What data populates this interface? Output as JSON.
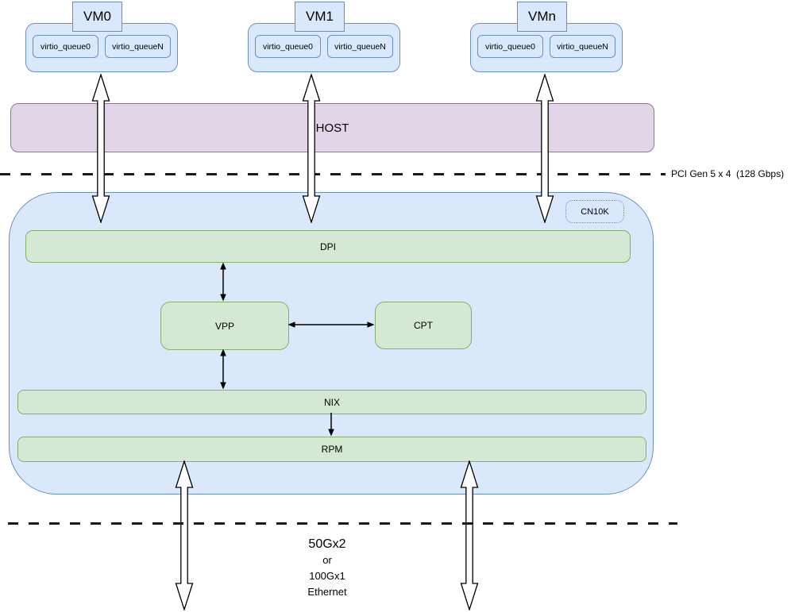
{
  "vms": [
    {
      "label": "VM0",
      "queues": [
        "virtio_queue0",
        "virtio_queueN"
      ]
    },
    {
      "label": "VM1",
      "queues": [
        "virtio_queue0",
        "virtio_queueN"
      ]
    },
    {
      "label": "VMn",
      "queues": [
        "virtio_queue0",
        "virtio_queueN"
      ]
    }
  ],
  "host": {
    "label": "HOST"
  },
  "pci_divider": {
    "label": "PCI Gen 5 x 4  (128 Gbps)"
  },
  "chip": {
    "label": "CN10K",
    "blocks": {
      "dpi": "DPI",
      "vpp": "VPP",
      "cpt": "CPT",
      "nix": "NIX",
      "rpm": "RPM"
    }
  },
  "ethernet_label": {
    "lines": [
      "50Gx2",
      "or",
      "100Gx1",
      "Ethernet"
    ]
  },
  "connections": [
    {
      "from": "VM0",
      "to": "CN10K",
      "style": "hollow-double-arrow"
    },
    {
      "from": "VM1",
      "to": "CN10K",
      "style": "hollow-double-arrow"
    },
    {
      "from": "VMn",
      "to": "CN10K",
      "style": "hollow-double-arrow"
    },
    {
      "from": "DPI",
      "to": "VPP",
      "style": "double-arrow"
    },
    {
      "from": "VPP",
      "to": "CPT",
      "style": "double-arrow"
    },
    {
      "from": "VPP",
      "to": "NIX",
      "style": "double-arrow"
    },
    {
      "from": "NIX",
      "to": "RPM",
      "style": "single-arrow"
    },
    {
      "from": "RPM",
      "to": "Ethernet",
      "style": "hollow-double-arrow",
      "count": 2
    }
  ],
  "colors": {
    "blue_fill": "#dae8fc",
    "blue_border": "#6c8ebf",
    "green_fill": "#d5e8d4",
    "green_border": "#82b366",
    "purple_fill": "#e1d5e7",
    "purple_border": "#9673a6",
    "line": "#000000"
  }
}
